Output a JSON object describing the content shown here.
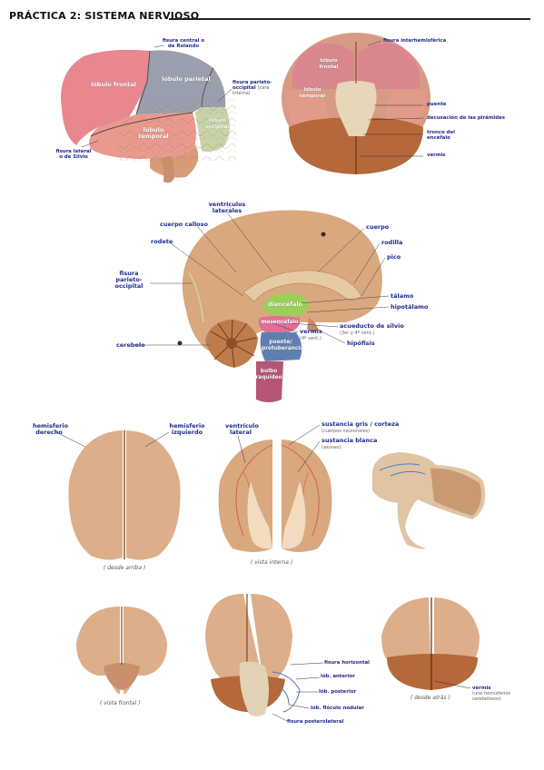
{
  "title": "PRÁCTICA 2:  SISTEMA NERVIOSO",
  "colors": {
    "label_ink": "#1f2a8c",
    "frontal": "#e8878f",
    "parietal": "#9a9fae",
    "temporal": "#e99a8e",
    "occipital": "#c8d3a8",
    "brain_tan": "#d9a87f",
    "cerebellum": "#b5683a",
    "diencephalon": "#9ccf5a",
    "midbrain": "#e36e96",
    "pons": "#607fb1",
    "medulla": "#b55577"
  },
  "fig1": {
    "lobes": {
      "frontal": "lóbulo frontal",
      "parietal": "lóbulo parietal",
      "temporal": "lóbulo temporal",
      "occipital": "lóbulo occipital"
    },
    "labels": {
      "central": "fisura central o de Rolando",
      "parieto": "fisura parieto-occipital",
      "parieto_sub": "(cara interna)",
      "lateral": "fisura lateral o de Silvio"
    }
  },
  "fig2": {
    "lobes": {
      "frontal": "lóbulo frontal",
      "temporal": "lóbulo temporal"
    },
    "labels": {
      "interhemisferica": "fisura interhemisférica",
      "puente": "puente",
      "decusacion": "decusación de las pirámides",
      "tronco": "tronco del encéfalo",
      "vermis": "vermis"
    }
  },
  "fig3": {
    "inside": {
      "diencefalo": "diencéfalo",
      "mesencefalo": "mesencéfalo",
      "protuberancia": "puente/ protuberancia",
      "bulbo": "bulbo raquídeo"
    },
    "labels": {
      "ventriculos": "ventrículos laterales",
      "cuerpo_calloso": "cuerpo calloso",
      "rodete": "rodete",
      "fisura_po": "fisura parieto-occipital",
      "cerebelo": "cerebelo",
      "cuerpo": "cuerpo",
      "rodilla": "rodilla",
      "pico": "pico",
      "talamo": "tálamo",
      "hipotalamo": "hipotálamo",
      "acueducto": "acueducto de silvio",
      "acueducto_sub": "(3er y 4º vent.)",
      "vermis": "vermis",
      "vermis_sub": "(4º vent.)",
      "hipofisis": "hipófisis"
    }
  },
  "fig4": {
    "labels": {
      "derecho": "hemisferio derecho",
      "izquierdo": "hemisferio izquierdo"
    },
    "caption": "( desde arriba )"
  },
  "fig5": {
    "labels": {
      "ventriculo": "ventrículo lateral",
      "gris": "sustancia gris / corteza",
      "gris_sub": "(cuerpos neuronales)",
      "blanca": "sustancia blanca",
      "blanca_sub": "(axones)"
    },
    "caption": "( vista interna )"
  },
  "fig7": {
    "caption": "( vista frontal )"
  },
  "fig8": {
    "labels": {
      "horizontal": "fisura horizontal",
      "anterior": "lób. anterior",
      "posterior": "lób. posterior",
      "flocular": "lób. flóculo nodular",
      "postero": "fisura posterolateral"
    }
  },
  "fig9": {
    "labels": {
      "vermis": "vermis",
      "vermis_sub": "(une hemisferios cerebelosos)"
    },
    "caption": "( desde atrás )"
  }
}
